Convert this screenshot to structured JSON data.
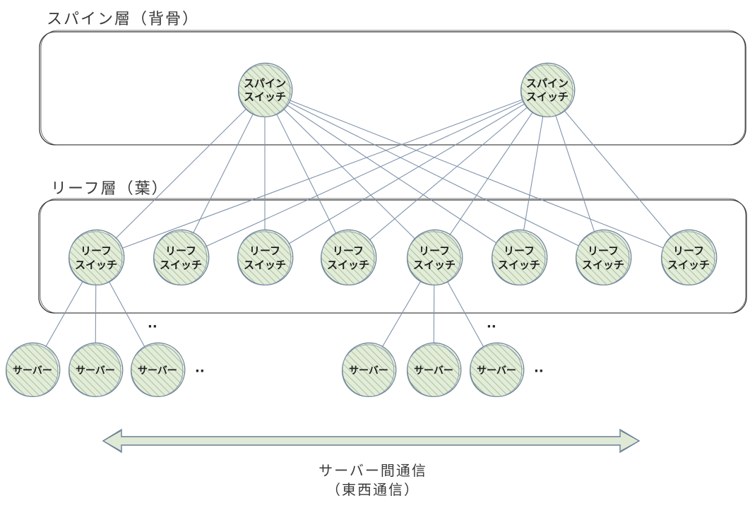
{
  "diagram": {
    "spine_layer": {
      "label": "スパイン層（背骨）",
      "switches": [
        {
          "line1": "スパイン",
          "line2": "スイッチ"
        },
        {
          "line1": "スパイン",
          "line2": "スイッチ"
        }
      ]
    },
    "leaf_layer": {
      "label": "リーフ層（葉）",
      "switches": [
        {
          "line1": "リーフ",
          "line2": "スイッチ"
        },
        {
          "line1": "リーフ",
          "line2": "スイッチ"
        },
        {
          "line1": "リーフ",
          "line2": "スイッチ"
        },
        {
          "line1": "リーフ",
          "line2": "スイッチ"
        },
        {
          "line1": "リーフ",
          "line2": "スイッチ"
        },
        {
          "line1": "リーフ",
          "line2": "スイッチ"
        },
        {
          "line1": "リーフ",
          "line2": "スイッチ"
        },
        {
          "line1": "リーフ",
          "line2": "スイッチ"
        }
      ]
    },
    "server_groups": [
      {
        "servers": [
          "サーバー",
          "サーバー",
          "サーバー"
        ],
        "ellipsis_top": "··",
        "ellipsis_side": "··"
      },
      {
        "servers": [
          "サーバー",
          "サーバー",
          "サーバー"
        ],
        "ellipsis_top": "··",
        "ellipsis_side": "··"
      }
    ],
    "traffic": {
      "line1": "サーバー間通信",
      "line2": "（東西通信）"
    },
    "colors": {
      "node_fill": "#e3ecd9",
      "hatch": "#8fae80",
      "stroke": "#6a7f94",
      "box_stroke": "#333333",
      "link": "#7f93ab"
    }
  }
}
